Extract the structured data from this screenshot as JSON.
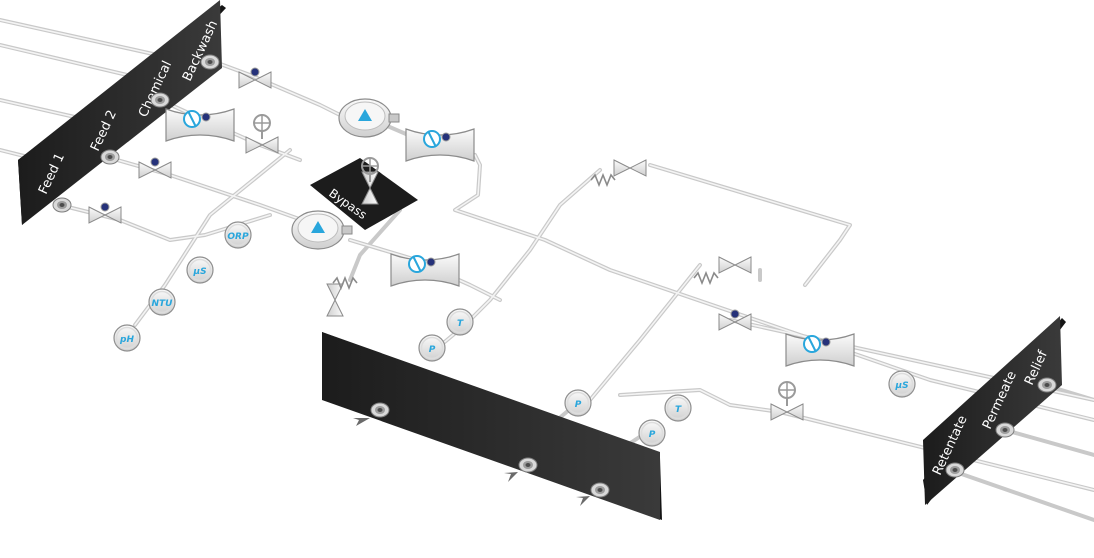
{
  "inlet_panel": {
    "ports": [
      "Feed 1",
      "Feed 2",
      "Chemical",
      "Backwash"
    ]
  },
  "outlet_panel": {
    "ports": [
      "Retentate",
      "Permeate",
      "Relief"
    ]
  },
  "bypass": {
    "label": "Bypass"
  },
  "sensors": {
    "ph": "pH",
    "ntu": "NTU",
    "us_feed": "µS",
    "orp": "ORP",
    "t_feed": "T",
    "p_feed": "P",
    "p_mid": "P",
    "t_ret": "T",
    "p_ret": "P",
    "us_perm": "µS"
  },
  "colors": {
    "accent": "#29a6dc",
    "panel": "#2b2b2b",
    "pipe": "#c9c9c9"
  }
}
